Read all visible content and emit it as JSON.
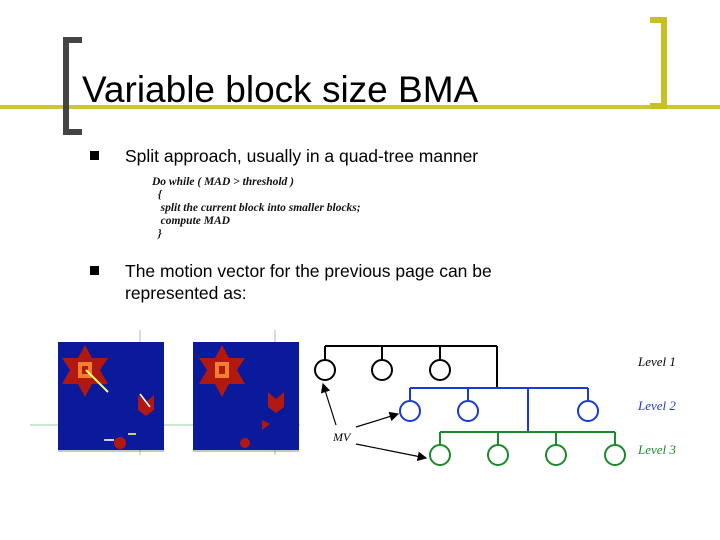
{
  "slide": {
    "title": "Variable block size BMA",
    "bullets": [
      "Split approach, usually in a quad-tree manner",
      "The motion vector for the previous page can be represented as:"
    ],
    "code_lines": [
      "Do while ( MAD > threshold )",
      "  {",
      "   split the current block into smaller blocks;",
      "   compute MAD",
      "  }"
    ],
    "tree": {
      "levels": [
        "Level 1",
        "Level 2",
        "Level 3"
      ],
      "mv_label": "MV"
    },
    "colors": {
      "accent_bar": "#c8c020",
      "bracket": "#444444",
      "field_blue": "#0a1a9a",
      "level1": "#000000",
      "level2": "#1a3ad0",
      "level3": "#1a8a2a"
    }
  }
}
